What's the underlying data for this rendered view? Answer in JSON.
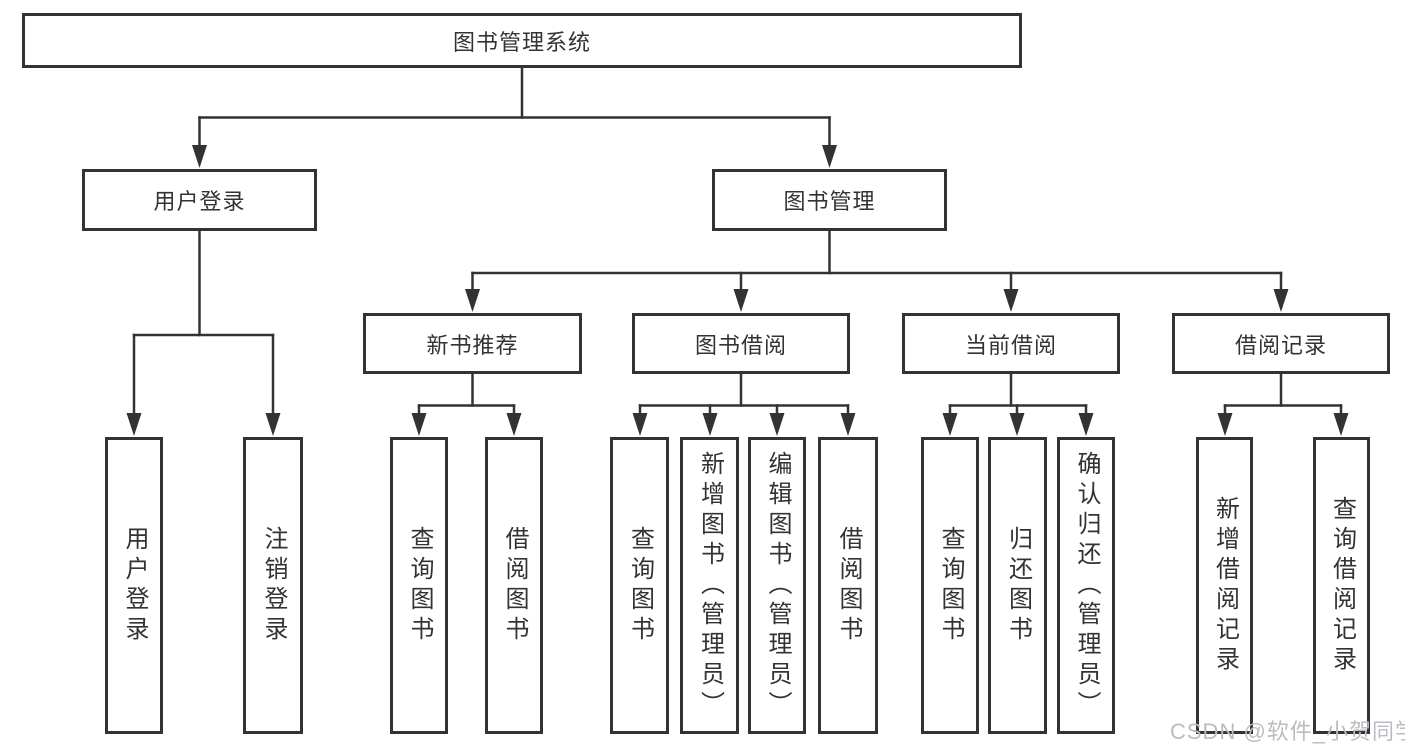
{
  "diagram": {
    "root": {
      "label": "图书管理系统"
    },
    "level2": [
      {
        "label": "用户登录"
      },
      {
        "label": "图书管理"
      }
    ],
    "level3": [
      {
        "label": "新书推荐"
      },
      {
        "label": "图书借阅"
      },
      {
        "label": "当前借阅"
      },
      {
        "label": "借阅记录"
      }
    ],
    "leaves": [
      {
        "label": "用户登录"
      },
      {
        "label": "注销登录"
      },
      {
        "label": "查询图书"
      },
      {
        "label": "借阅图书"
      },
      {
        "label": "查询图书"
      },
      {
        "label": "新增图书（管理员）"
      },
      {
        "label": "编辑图书（管理员）"
      },
      {
        "label": "借阅图书"
      },
      {
        "label": "查询图书"
      },
      {
        "label": "归还图书"
      },
      {
        "label": "确认归还（管理员）"
      },
      {
        "label": "新增借阅记录"
      },
      {
        "label": "查询借阅记录"
      }
    ],
    "watermark": "CSDN @软件_小贺同学",
    "colors": {
      "line": "#333333",
      "text": "#333333",
      "watermark": "#b9bdc1",
      "background": "#ffffff"
    }
  }
}
